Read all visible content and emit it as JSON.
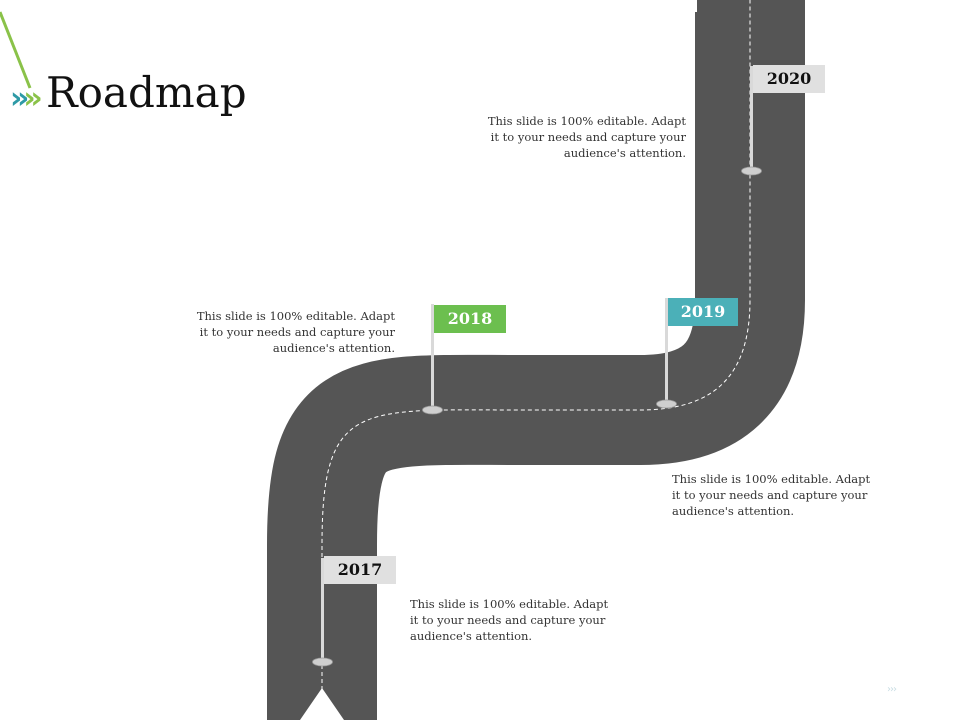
{
  "slide": {
    "title": "Roadmap",
    "chevron_glyph": "»",
    "footer_glyph": "›››"
  },
  "colors": {
    "road": "#555555",
    "lane": "#ffffff",
    "teal": "#2e9aa6",
    "green": "#8ac249",
    "gray_flag": "#e0e0e0",
    "pole": "#d9d9d9"
  },
  "milestones": [
    {
      "year": "2017",
      "text": "This slide is 100% editable. Adapt it to your needs and capture your audience's attention.",
      "flag_color": "#e0e0e0",
      "text_color": "#111111"
    },
    {
      "year": "2018",
      "text": "This slide is 100% editable. Adapt it to your needs and capture your audience's attention.",
      "flag_color": "#6cbf4f",
      "text_color": "#ffffff"
    },
    {
      "year": "2019",
      "text": "This slide is 100% editable. Adapt it to your needs and capture your audience's attention.",
      "flag_color": "#4bb0b8",
      "text_color": "#ffffff"
    },
    {
      "year": "2020",
      "text": "This slide is 100% editable. Adapt it to your needs and capture your audience's attention.",
      "flag_color": "#e0e0e0",
      "text_color": "#111111"
    }
  ]
}
